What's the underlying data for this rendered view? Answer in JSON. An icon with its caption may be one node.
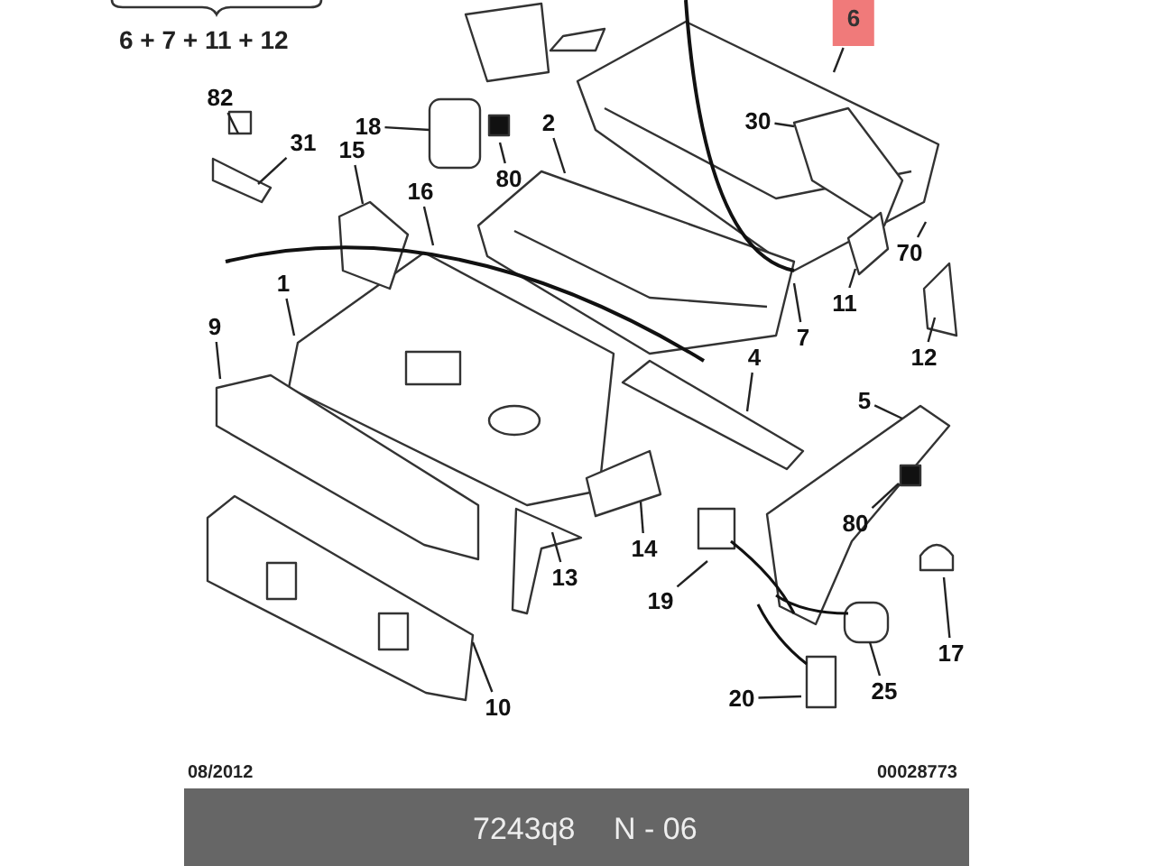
{
  "diagram": {
    "nodes": [
      {
        "text": [
          "6"
        ]
      },
      {
        "text": [
          "82"
        ]
      },
      {
        "text": [
          "18"
        ]
      },
      {
        "text": [
          "2"
        ]
      },
      {
        "text": [
          "30"
        ]
      },
      {
        "text": [
          "31"
        ]
      },
      {
        "text": [
          "15"
        ]
      },
      {
        "text": [
          "80"
        ]
      },
      {
        "text": [
          "16"
        ]
      },
      {
        "text": [
          "70"
        ]
      },
      {
        "text": [
          "11"
        ]
      },
      {
        "text": [
          "1"
        ]
      },
      {
        "text": [
          "7"
        ]
      },
      {
        "text": [
          "9"
        ]
      },
      {
        "text": [
          "4"
        ]
      },
      {
        "text": [
          "12"
        ]
      },
      {
        "text": [
          "5"
        ]
      },
      {
        "text": [
          "80"
        ]
      },
      {
        "text": [
          "14"
        ]
      },
      {
        "text": [
          "13"
        ]
      },
      {
        "text": [
          "19"
        ]
      },
      {
        "text": [
          "17"
        ]
      },
      {
        "text": [
          "25"
        ]
      },
      {
        "text": [
          "20"
        ]
      },
      {
        "text": [
          "10"
        ]
      }
    ],
    "edges": [
      {
        "from": 0,
        "to": null,
        "arrow": "none"
      },
      {
        "from": 1,
        "to": null,
        "arrow": "none"
      },
      {
        "from": 2,
        "to": null,
        "arrow": "none"
      },
      {
        "from": 3,
        "to": null,
        "arrow": "none"
      },
      {
        "from": 4,
        "to": null,
        "arrow": "none"
      },
      {
        "from": 5,
        "to": null,
        "arrow": "none"
      },
      {
        "from": 6,
        "to": null,
        "arrow": "none"
      },
      {
        "from": 7,
        "to": null,
        "arrow": "none"
      },
      {
        "from": 8,
        "to": null,
        "arrow": "none"
      },
      {
        "from": 9,
        "to": null,
        "arrow": "none"
      },
      {
        "from": 10,
        "to": null,
        "arrow": "none"
      },
      {
        "from": 11,
        "to": null,
        "arrow": "none"
      },
      {
        "from": 12,
        "to": null,
        "arrow": "none"
      },
      {
        "from": 13,
        "to": null,
        "arrow": "none"
      },
      {
        "from": 14,
        "to": null,
        "arrow": "none"
      },
      {
        "from": 15,
        "to": null,
        "arrow": "none"
      },
      {
        "from": 16,
        "to": null,
        "arrow": "none"
      },
      {
        "from": 17,
        "to": null,
        "arrow": "none"
      },
      {
        "from": 18,
        "to": null,
        "arrow": "none"
      },
      {
        "from": 19,
        "to": null,
        "arrow": "none"
      },
      {
        "from": 20,
        "to": null,
        "arrow": "none"
      },
      {
        "from": 21,
        "to": null,
        "arrow": "none"
      },
      {
        "from": 22,
        "to": null,
        "arrow": "none"
      },
      {
        "from": 23,
        "to": null,
        "arrow": "none"
      },
      {
        "from": 24,
        "to": null,
        "arrow": "none"
      }
    ],
    "labels": [
      "6 + 7 + 11 + 12",
      "08/2012",
      "00028773",
      "7243q8",
      "N - 06"
    ]
  }
}
